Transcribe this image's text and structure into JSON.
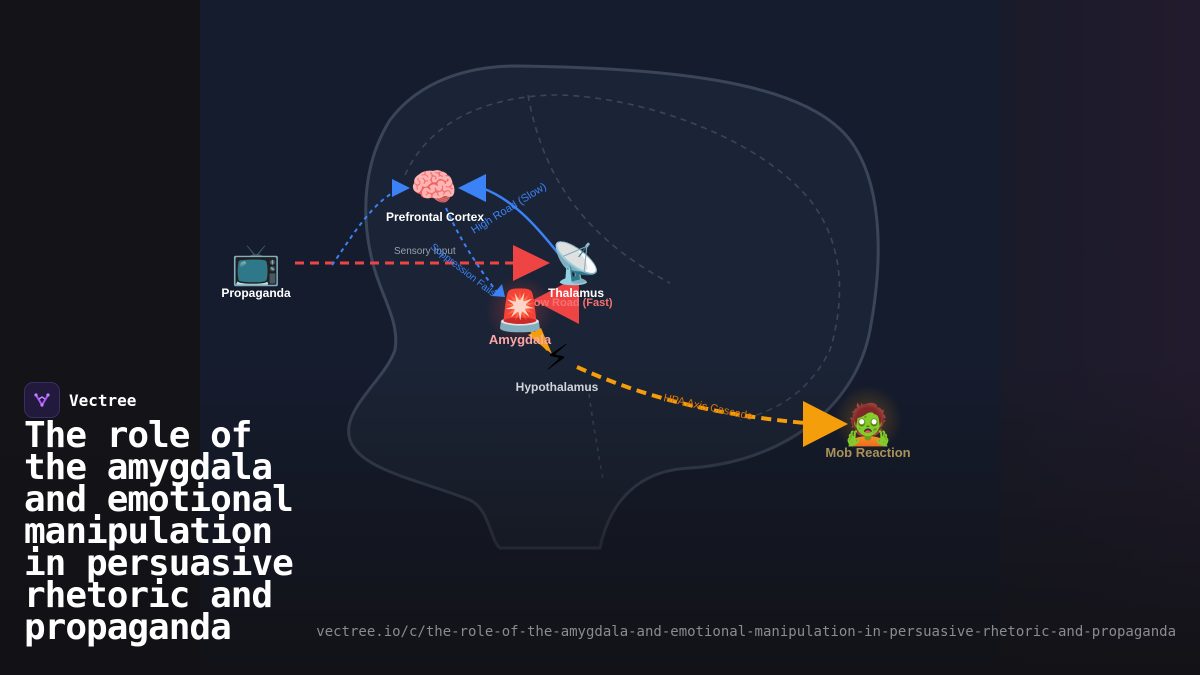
{
  "brand": {
    "name": "Vectree"
  },
  "headline": "The role of the amygdala and emotional manipulation in persuasive rhetoric and propaganda",
  "url": "vectree.io/c/the-role-of-the-amygdala-and-emotional-manipulation-in-persuasive-rhetoric-and-propaganda",
  "nodes": {
    "propaganda": {
      "label": "Propaganda",
      "icon": "📺"
    },
    "prefrontal": {
      "label": "Prefrontal Cortex",
      "icon": "🧠"
    },
    "thalamus": {
      "label": "Thalamus",
      "icon": "📡"
    },
    "amygdala": {
      "label": "Amygdala",
      "icon": "🚨"
    },
    "hypothalamus": {
      "label": "Hypothalamus",
      "icon": "⚡"
    },
    "mob": {
      "label": "Mob Reaction",
      "icon": "🧟"
    }
  },
  "edges": {
    "sensory": "Sensory Input",
    "high_road": "High Road (Slow)",
    "suppression": "Suppression Fails",
    "low_road": "Low Road (Fast)",
    "hpa": "HPA Axis Cascade"
  },
  "colors": {
    "accent_blue": "#3b82f6",
    "alarm_red": "#ef4444",
    "cascade_orange": "#f59e0b"
  }
}
